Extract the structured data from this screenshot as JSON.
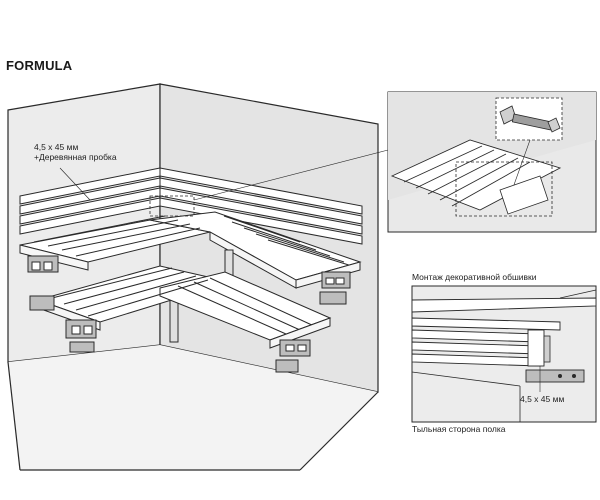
{
  "title": "FORMULA",
  "labels": {
    "fastener_size_main": "4,5 x 45 мм",
    "wooden_plug": "+Деревянная пробка",
    "decorative_trim": "Монтаж декоративной обшивки",
    "fastener_size_detail": "4,5 x 45 мм",
    "shelf_back_side": "Тыльная сторона полка"
  },
  "colors": {
    "line": "#2a2a2a",
    "wall": "#e6e6e6",
    "wall_dark": "#d2d2d2",
    "wood": "#ffffff",
    "bracket": "#bdbdbd",
    "detail_bg": "#e9e9e9"
  }
}
